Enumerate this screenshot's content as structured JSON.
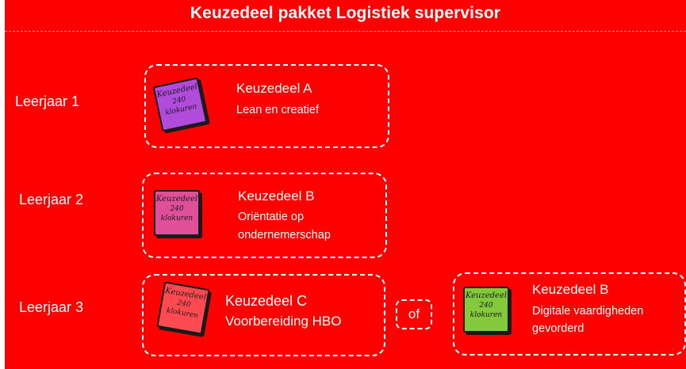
{
  "title": "Keuzedeel pakket Logistiek supervisor",
  "years": [
    {
      "label": "Leerjaar 1"
    },
    {
      "label": "Leerjaar 2"
    },
    {
      "label": "Leerjaar 3"
    }
  ],
  "book": {
    "line1": "Keuzedeel",
    "line2": "240",
    "line3": "klokuren"
  },
  "modules": [
    {
      "title": "Keuzedeel A",
      "subtitle_a": "Lean",
      "subtitle_b": " en creatief",
      "book_color": "#b04bdc"
    },
    {
      "title": "Keuzedeel B",
      "subtitle_line1": "Oriëntatie op",
      "subtitle_line2": "ondernemerschap",
      "book_color": "#e0509a"
    },
    {
      "title": "Keuzedeel C",
      "subtitle": "Voorbereiding HBO",
      "book_color": "#ff4a52"
    },
    {
      "title": "Keuzedeel B",
      "subtitle_line1": "Digitale vaardigheden",
      "subtitle_line2": "gevorderd",
      "book_color": "#84c83c"
    }
  ],
  "or_label": "of",
  "colors": {
    "background": "#ff0000",
    "text": "#ffffff"
  }
}
